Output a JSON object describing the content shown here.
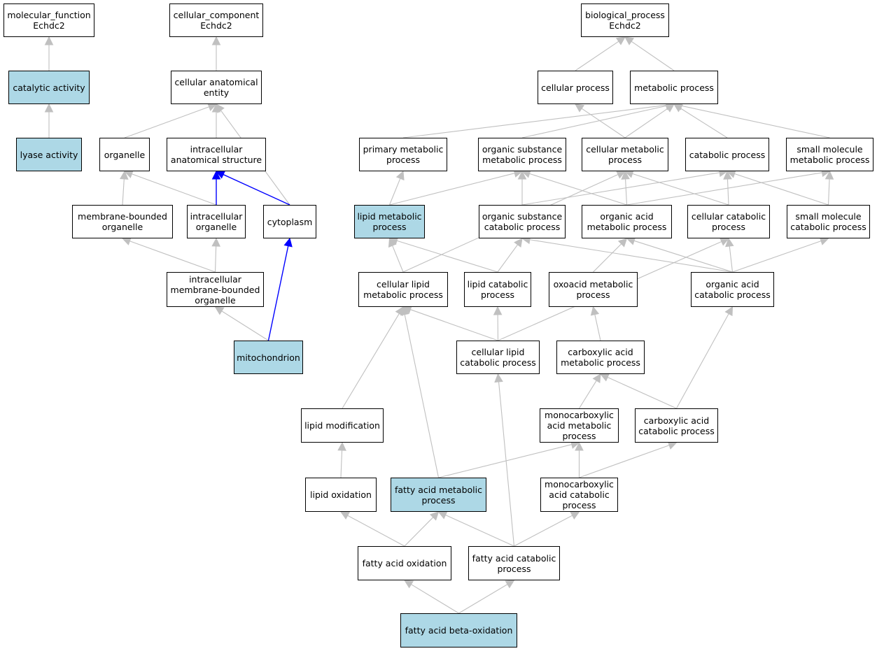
{
  "colors": {
    "highlight": "#add8e6",
    "node_fill": "#ffffff",
    "edge_gray": "#c0c0c0",
    "edge_blue": "#0000ff"
  },
  "nodes": [
    {
      "id": "mf",
      "label": "molecular_function\nEchdc2",
      "highlight": false
    },
    {
      "id": "catalytic",
      "label": "catalytic activity",
      "highlight": true
    },
    {
      "id": "lyase",
      "label": "lyase activity",
      "highlight": true
    },
    {
      "id": "cc",
      "label": "cellular_component\nEchdc2",
      "highlight": false
    },
    {
      "id": "cae",
      "label": "cellular anatomical\nentity",
      "highlight": false
    },
    {
      "id": "organelle",
      "label": "organelle",
      "highlight": false
    },
    {
      "id": "ias",
      "label": "intracellular\nanatomical structure",
      "highlight": false
    },
    {
      "id": "mbo",
      "label": "membrane-bounded\norganelle",
      "highlight": false
    },
    {
      "id": "io",
      "label": "intracellular\norganelle",
      "highlight": false
    },
    {
      "id": "cytoplasm",
      "label": "cytoplasm",
      "highlight": false
    },
    {
      "id": "imbo",
      "label": "intracellular\nmembrane-bounded\norganelle",
      "highlight": false
    },
    {
      "id": "mito",
      "label": "mitochondrion",
      "highlight": true
    },
    {
      "id": "bp",
      "label": "biological_process\nEchdc2",
      "highlight": false
    },
    {
      "id": "cellproc",
      "label": "cellular process",
      "highlight": false
    },
    {
      "id": "metproc",
      "label": "metabolic process",
      "highlight": false
    },
    {
      "id": "pmp",
      "label": "primary metabolic\nprocess",
      "highlight": false
    },
    {
      "id": "osmp",
      "label": "organic substance\nmetabolic process",
      "highlight": false
    },
    {
      "id": "cmp",
      "label": "cellular metabolic\nprocess",
      "highlight": false
    },
    {
      "id": "catproc",
      "label": "catabolic process",
      "highlight": false
    },
    {
      "id": "smmp",
      "label": "small molecule\nmetabolic process",
      "highlight": false
    },
    {
      "id": "lmp",
      "label": "lipid metabolic\nprocess",
      "highlight": true
    },
    {
      "id": "oscp",
      "label": "organic substance\ncatabolic process",
      "highlight": false
    },
    {
      "id": "oamp",
      "label": "organic acid\nmetabolic process",
      "highlight": false
    },
    {
      "id": "ccp",
      "label": "cellular catabolic\nprocess",
      "highlight": false
    },
    {
      "id": "smcp",
      "label": "small molecule\ncatabolic process",
      "highlight": false
    },
    {
      "id": "clmp",
      "label": "cellular lipid\nmetabolic process",
      "highlight": false
    },
    {
      "id": "lcp",
      "label": "lipid catabolic\nprocess",
      "highlight": false
    },
    {
      "id": "oxmp",
      "label": "oxoacid metabolic\nprocess",
      "highlight": false
    },
    {
      "id": "oacp",
      "label": "organic acid\ncatabolic process",
      "highlight": false
    },
    {
      "id": "clcp",
      "label": "cellular lipid\ncatabolic process",
      "highlight": false
    },
    {
      "id": "camp",
      "label": "carboxylic acid\nmetabolic process",
      "highlight": false
    },
    {
      "id": "lmod",
      "label": "lipid modification",
      "highlight": false
    },
    {
      "id": "mcamp",
      "label": "monocarboxylic\nacid metabolic\nprocess",
      "highlight": false
    },
    {
      "id": "cacp",
      "label": "carboxylic acid\ncatabolic process",
      "highlight": false
    },
    {
      "id": "lox",
      "label": "lipid oxidation",
      "highlight": false
    },
    {
      "id": "famp",
      "label": "fatty acid metabolic\nprocess",
      "highlight": true
    },
    {
      "id": "macp",
      "label": "monocarboxylic\nacid catabolic\nprocess",
      "highlight": false
    },
    {
      "id": "fao",
      "label": "fatty acid oxidation",
      "highlight": false
    },
    {
      "id": "facp",
      "label": "fatty acid catabolic\nprocess",
      "highlight": false
    },
    {
      "id": "fabo",
      "label": "fatty acid beta-oxidation",
      "highlight": true
    }
  ],
  "edges": [
    {
      "from": "catalytic",
      "to": "mf",
      "color": "gray"
    },
    {
      "from": "lyase",
      "to": "catalytic",
      "color": "gray"
    },
    {
      "from": "cae",
      "to": "cc",
      "color": "gray"
    },
    {
      "from": "organelle",
      "to": "cae",
      "color": "gray"
    },
    {
      "from": "ias",
      "to": "cae",
      "color": "gray"
    },
    {
      "from": "cytoplasm",
      "to": "cae",
      "color": "gray"
    },
    {
      "from": "mbo",
      "to": "organelle",
      "color": "gray"
    },
    {
      "from": "io",
      "to": "organelle",
      "color": "gray"
    },
    {
      "from": "io",
      "to": "ias",
      "color": "blue"
    },
    {
      "from": "cytoplasm",
      "to": "ias",
      "color": "blue"
    },
    {
      "from": "imbo",
      "to": "mbo",
      "color": "gray"
    },
    {
      "from": "imbo",
      "to": "io",
      "color": "gray"
    },
    {
      "from": "mito",
      "to": "imbo",
      "color": "gray"
    },
    {
      "from": "mito",
      "to": "cytoplasm",
      "color": "blue"
    },
    {
      "from": "cellproc",
      "to": "bp",
      "color": "gray"
    },
    {
      "from": "metproc",
      "to": "bp",
      "color": "gray"
    },
    {
      "from": "pmp",
      "to": "metproc",
      "color": "gray"
    },
    {
      "from": "osmp",
      "to": "metproc",
      "color": "gray"
    },
    {
      "from": "cmp",
      "to": "metproc",
      "color": "gray"
    },
    {
      "from": "cmp",
      "to": "cellproc",
      "color": "gray"
    },
    {
      "from": "catproc",
      "to": "metproc",
      "color": "gray"
    },
    {
      "from": "smmp",
      "to": "metproc",
      "color": "gray"
    },
    {
      "from": "lmp",
      "to": "pmp",
      "color": "gray"
    },
    {
      "from": "lmp",
      "to": "osmp",
      "color": "gray"
    },
    {
      "from": "oscp",
      "to": "osmp",
      "color": "gray"
    },
    {
      "from": "oscp",
      "to": "catproc",
      "color": "gray"
    },
    {
      "from": "oamp",
      "to": "cmp",
      "color": "gray"
    },
    {
      "from": "oamp",
      "to": "osmp",
      "color": "gray"
    },
    {
      "from": "oamp",
      "to": "smmp",
      "color": "gray"
    },
    {
      "from": "ccp",
      "to": "cmp",
      "color": "gray"
    },
    {
      "from": "ccp",
      "to": "catproc",
      "color": "gray"
    },
    {
      "from": "smcp",
      "to": "smmp",
      "color": "gray"
    },
    {
      "from": "smcp",
      "to": "catproc",
      "color": "gray"
    },
    {
      "from": "clmp",
      "to": "lmp",
      "color": "gray"
    },
    {
      "from": "clmp",
      "to": "cmp",
      "color": "gray"
    },
    {
      "from": "lcp",
      "to": "lmp",
      "color": "gray"
    },
    {
      "from": "lcp",
      "to": "oscp",
      "color": "gray"
    },
    {
      "from": "oxmp",
      "to": "oamp",
      "color": "gray"
    },
    {
      "from": "oacp",
      "to": "oamp",
      "color": "gray"
    },
    {
      "from": "oacp",
      "to": "ccp",
      "color": "gray"
    },
    {
      "from": "oacp",
      "to": "smcp",
      "color": "gray"
    },
    {
      "from": "oacp",
      "to": "oscp",
      "color": "gray"
    },
    {
      "from": "clcp",
      "to": "clmp",
      "color": "gray"
    },
    {
      "from": "clcp",
      "to": "lcp",
      "color": "gray"
    },
    {
      "from": "clcp",
      "to": "ccp",
      "color": "gray"
    },
    {
      "from": "camp",
      "to": "oxmp",
      "color": "gray"
    },
    {
      "from": "lmod",
      "to": "clmp",
      "color": "gray"
    },
    {
      "from": "mcamp",
      "to": "camp",
      "color": "gray"
    },
    {
      "from": "cacp",
      "to": "camp",
      "color": "gray"
    },
    {
      "from": "cacp",
      "to": "oacp",
      "color": "gray"
    },
    {
      "from": "lox",
      "to": "lmod",
      "color": "gray"
    },
    {
      "from": "famp",
      "to": "clmp",
      "color": "gray"
    },
    {
      "from": "famp",
      "to": "mcamp",
      "color": "gray"
    },
    {
      "from": "macp",
      "to": "mcamp",
      "color": "gray"
    },
    {
      "from": "macp",
      "to": "cacp",
      "color": "gray"
    },
    {
      "from": "fao",
      "to": "lox",
      "color": "gray"
    },
    {
      "from": "fao",
      "to": "famp",
      "color": "gray"
    },
    {
      "from": "facp",
      "to": "famp",
      "color": "gray"
    },
    {
      "from": "facp",
      "to": "clcp",
      "color": "gray"
    },
    {
      "from": "facp",
      "to": "macp",
      "color": "gray"
    },
    {
      "from": "fabo",
      "to": "fao",
      "color": "gray"
    },
    {
      "from": "fabo",
      "to": "facp",
      "color": "gray"
    }
  ]
}
